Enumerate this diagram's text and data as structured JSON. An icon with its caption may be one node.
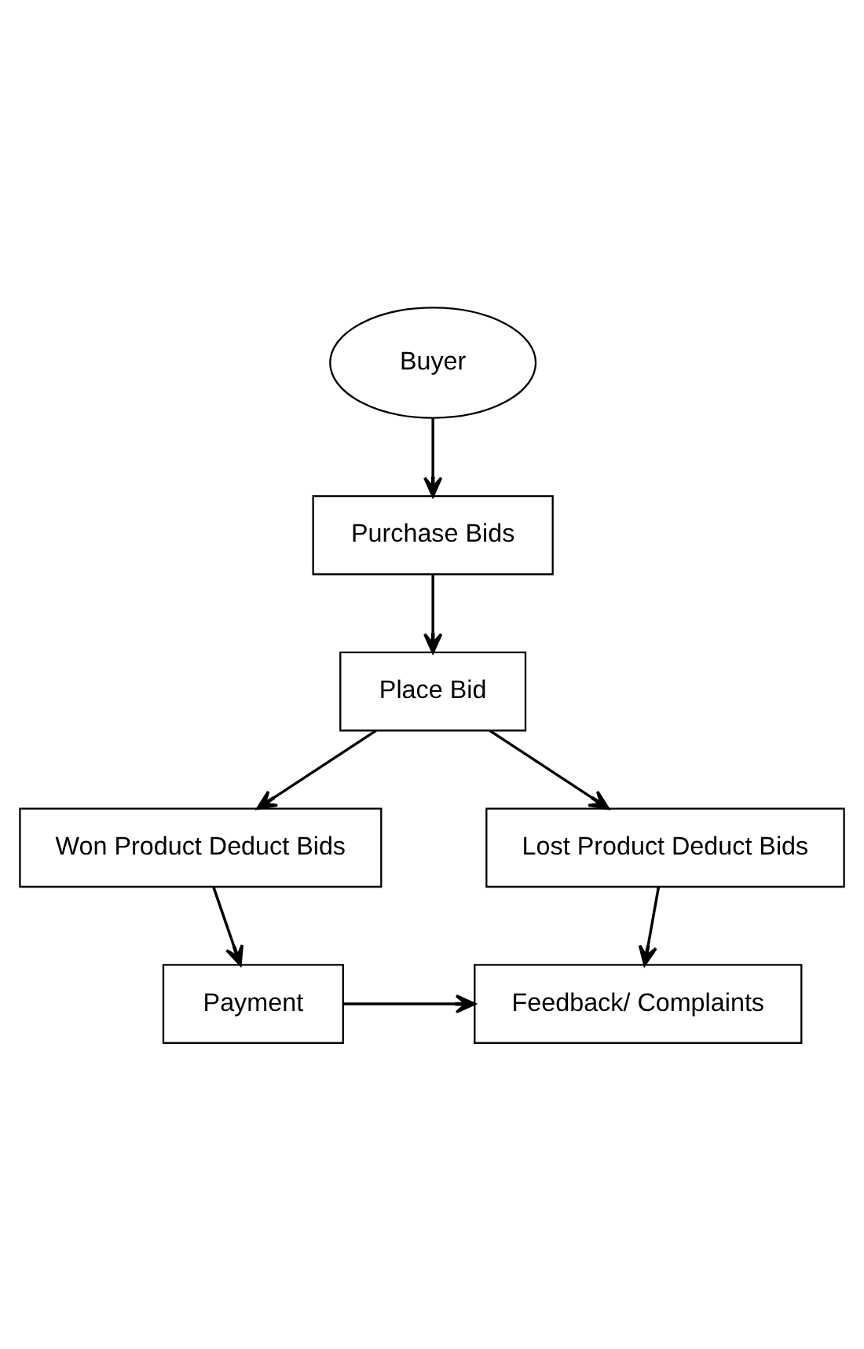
{
  "diagram": {
    "nodes": [
      {
        "text": [
          "Buyer"
        ]
      },
      {
        "text": [
          "Purchase Bids"
        ]
      },
      {
        "text": [
          "Place Bid"
        ]
      },
      {
        "text": [
          "Lost Product Deduct Bids"
        ]
      },
      {
        "text": [
          "Won Product Deduct Bids"
        ]
      },
      {
        "text": [
          "Feedback/ Complaints"
        ]
      },
      {
        "text": [
          "Payment"
        ]
      }
    ],
    "edges": [
      {
        "from": 0,
        "to": 1,
        "arrow": "to"
      },
      {
        "from": 1,
        "to": 2,
        "arrow": "to"
      },
      {
        "from": 2,
        "to": 3,
        "arrow": "to"
      },
      {
        "from": 2,
        "to": 4,
        "arrow": "to"
      },
      {
        "from": 3,
        "to": 5,
        "arrow": "to"
      },
      {
        "from": 4,
        "to": 6,
        "arrow": "to"
      },
      {
        "from": 6,
        "to": 5,
        "arrow": "to"
      }
    ]
  }
}
